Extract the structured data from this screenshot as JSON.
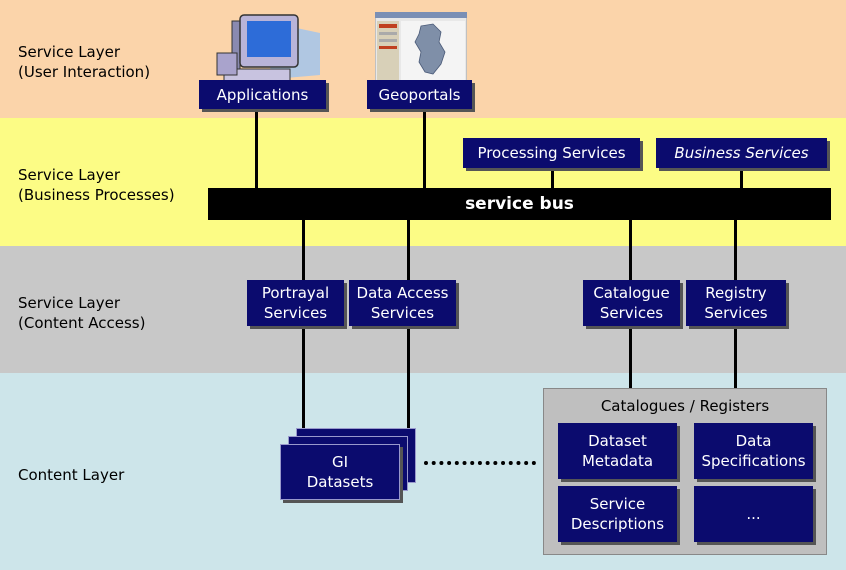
{
  "layers": [
    {
      "id": "user",
      "label": "Service Layer\n(User Interaction)",
      "color": "#fbd4aa"
    },
    {
      "id": "business",
      "label": "Service Layer\n(Business Processes)",
      "color": "#fcfc85"
    },
    {
      "id": "content_access",
      "label": "Service Layer\n(Content Access)",
      "color": "#c8c8c8"
    },
    {
      "id": "content",
      "label": "Content Layer",
      "color": "#cde5ea"
    }
  ],
  "boxes": {
    "applications": "Applications",
    "geoportals": "Geoportals",
    "processing": "Processing Services",
    "business": "Business Services",
    "portrayal": "Portrayal\nServices",
    "data_access": "Data Access\nServices",
    "catalogue": "Catalogue\nServices",
    "registry": "Registry\nServices",
    "gi_datasets": "GI\nDatasets"
  },
  "service_bus": "service bus",
  "catalogues": {
    "title": "Catalogues / Registers",
    "dataset_metadata": "Dataset\nMetadata",
    "data_specifications": "Data\nSpecifications",
    "service_descriptions": "Service\nDescriptions",
    "more": "..."
  },
  "icons": [
    "computer-icon",
    "map-portal-icon"
  ]
}
